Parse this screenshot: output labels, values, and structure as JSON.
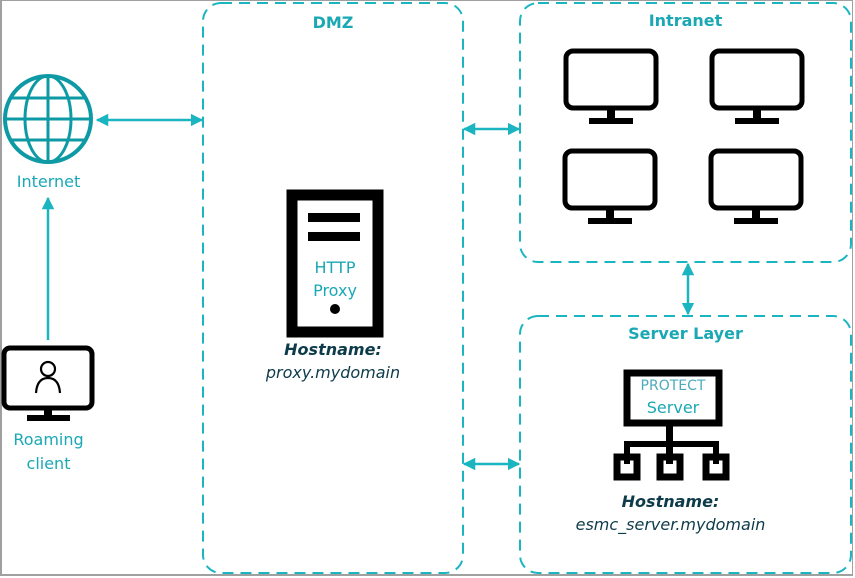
{
  "colors": {
    "accent": "#1AB5C1",
    "zone_title": "#1AA8B4",
    "hostname_text": "#0E3B4A",
    "icon_stroke": "#000000"
  },
  "zones": {
    "dmz": {
      "title": "DMZ"
    },
    "intranet": {
      "title": "Intranet"
    },
    "server_layer": {
      "title": "Server Layer"
    }
  },
  "nodes": {
    "internet": {
      "label": "Internet",
      "icon": "globe-icon"
    },
    "roaming_client": {
      "label_line1": "Roaming",
      "label_line2": "client",
      "icon": "user-monitor-icon"
    },
    "http_proxy": {
      "icon": "server-tower-icon",
      "icon_text_line1": "HTTP",
      "icon_text_line2": "Proxy",
      "hostname_label": "Hostname:",
      "hostname_value": "proxy.mydomain"
    },
    "intranet_computers": {
      "count": 4,
      "icon": "monitor-icon"
    },
    "protect_server": {
      "icon": "network-server-icon",
      "icon_text_line1": "PROTECT",
      "icon_text_line2": "Server",
      "hostname_label": "Hostname:",
      "hostname_value": "esmc_server.mydomain"
    }
  },
  "connections": [
    {
      "from": "internet",
      "to": "dmz",
      "direction": "bidirectional"
    },
    {
      "from": "roaming_client",
      "to": "internet",
      "direction": "to-target"
    },
    {
      "from": "dmz",
      "to": "intranet",
      "direction": "bidirectional"
    },
    {
      "from": "intranet",
      "to": "server_layer",
      "direction": "bidirectional"
    },
    {
      "from": "dmz",
      "to": "server_layer",
      "direction": "bidirectional"
    }
  ]
}
